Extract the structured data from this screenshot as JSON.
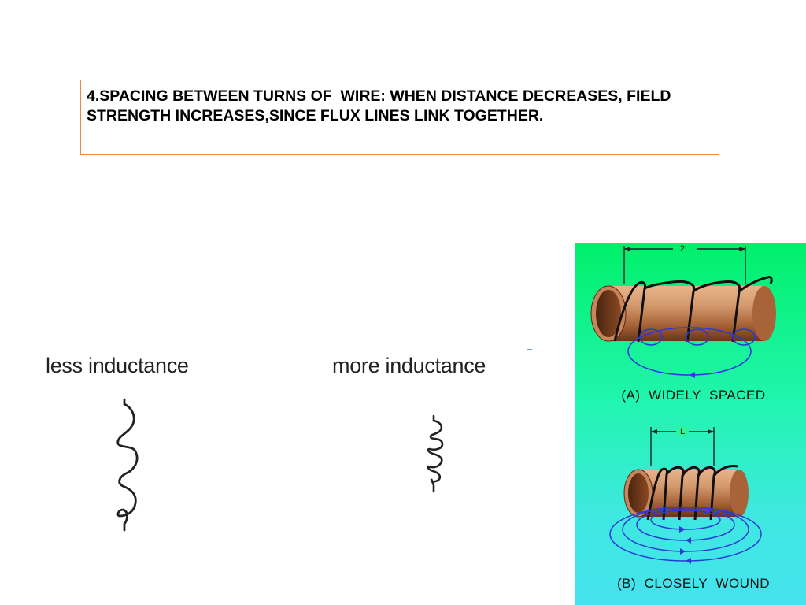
{
  "slide": {
    "text": "4.SPACING BETWEEN TURNS OF  WIRE: WHEN DISTANCE DECREASES, FIELD STRENGTH INCREASES,SINCE FLUX LINES LINK TOGETHER."
  },
  "left_diagram": {
    "less_label": "less inductance",
    "more_label": "more inductance"
  },
  "right_diagram": {
    "top_dimension": "2L",
    "top_caption": "(A)  WIDELY  SPACED",
    "bottom_dimension": "L",
    "bottom_caption": "(B)  CLOSELY  WOUND"
  },
  "colors": {
    "border": "#e8894a",
    "panel_green": "#00f06a",
    "panel_cyan": "#45e2ee",
    "flux_blue": "#2a3ad8",
    "core_copper": "#c8845a"
  }
}
